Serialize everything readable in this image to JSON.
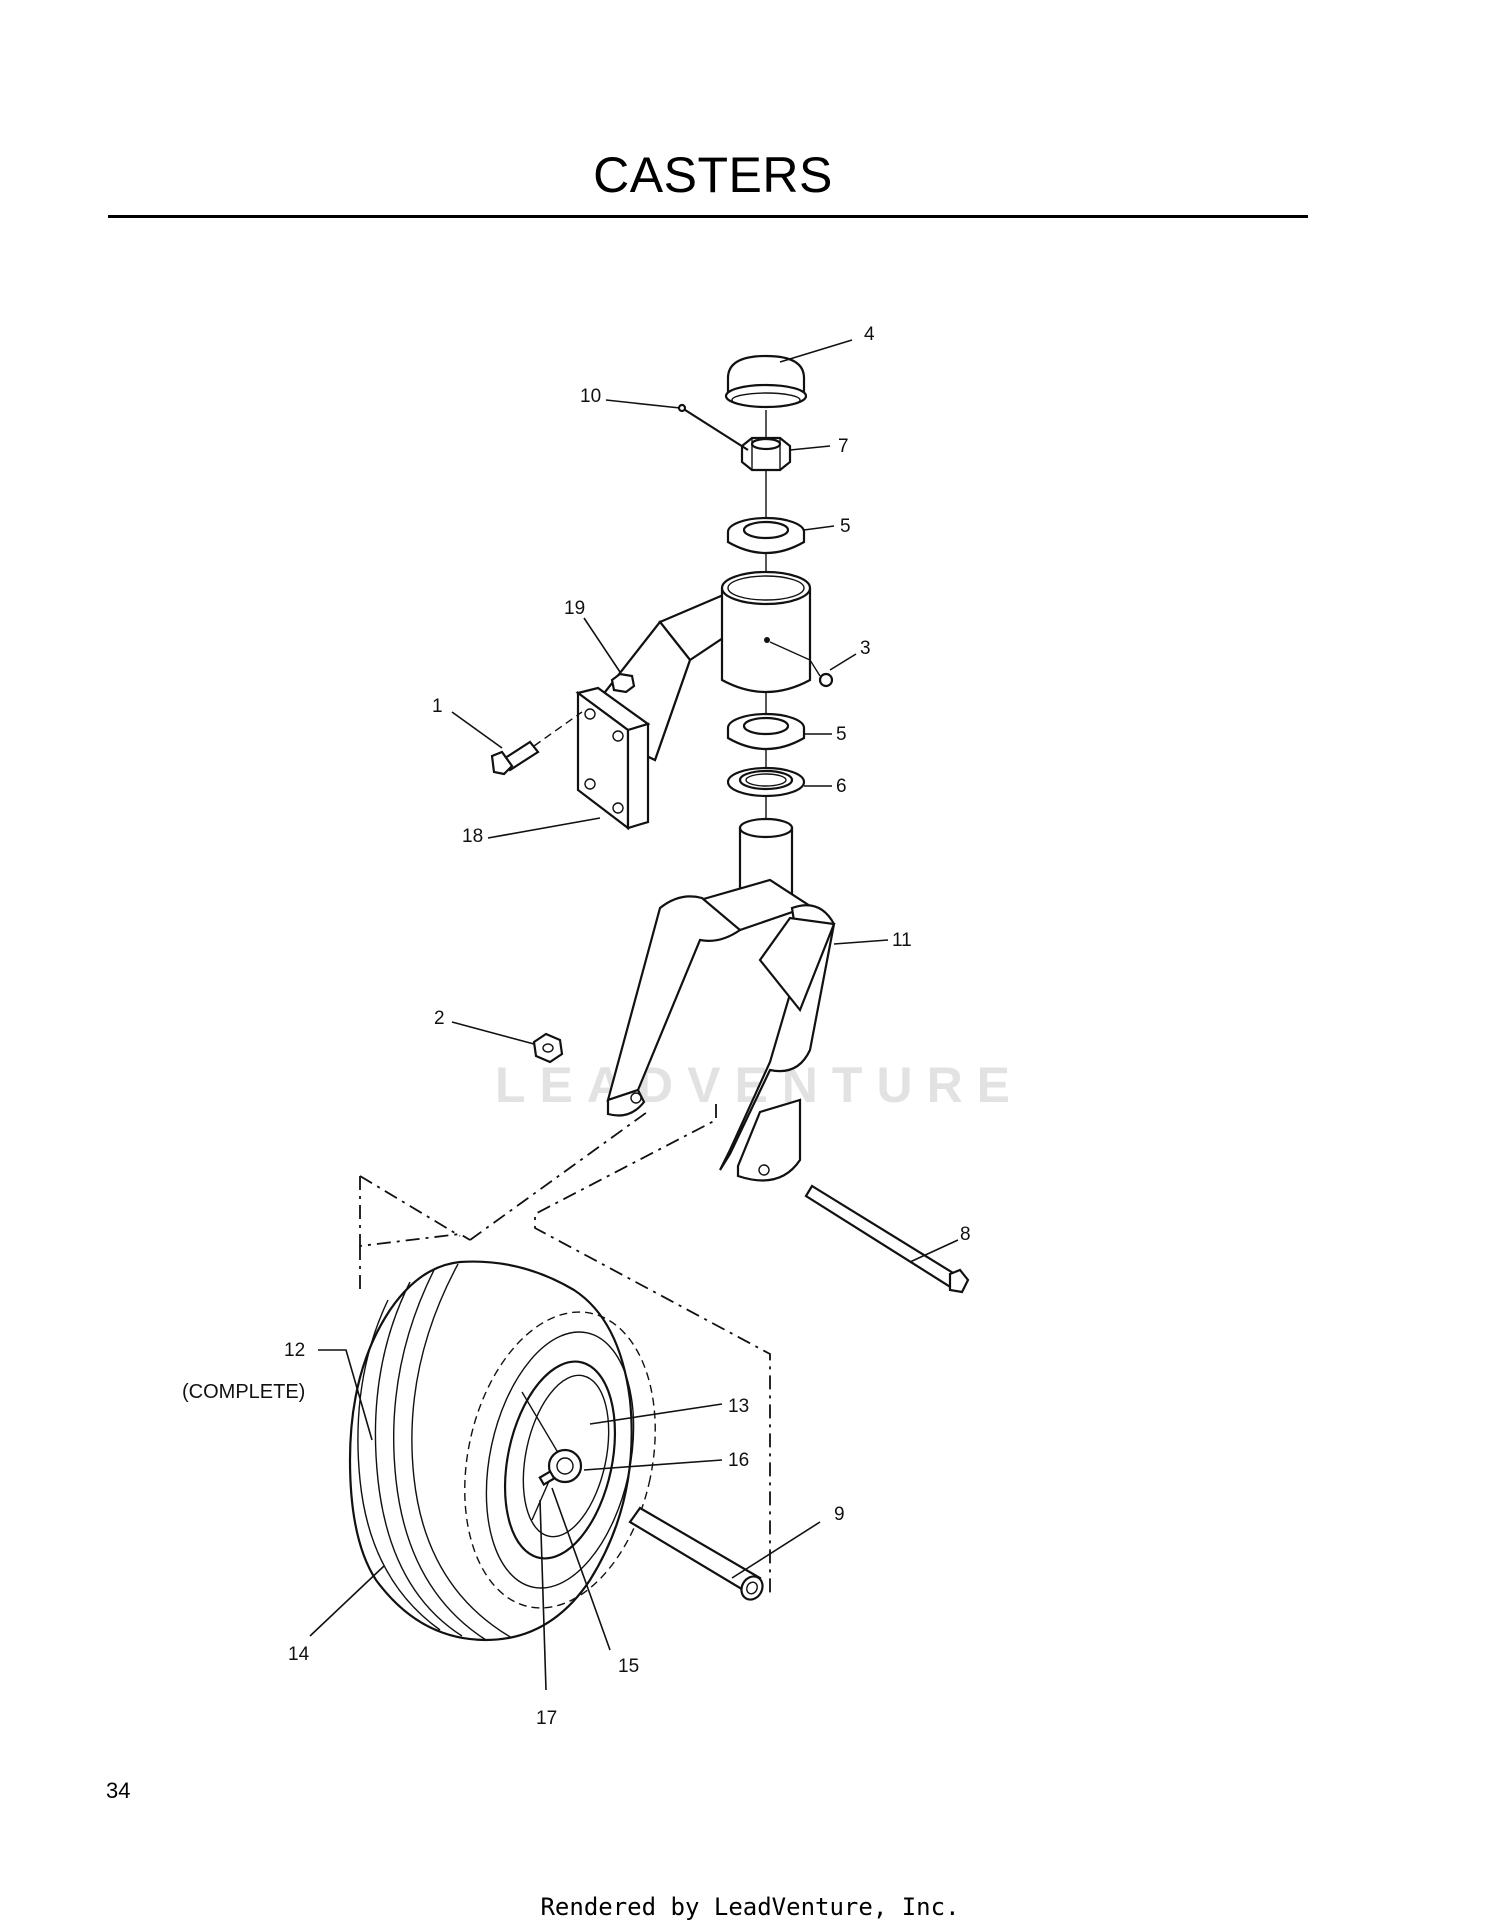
{
  "page": {
    "title": "CASTERS",
    "page_number": "34",
    "footer": "Rendered by LeadVenture, Inc.",
    "watermark": "LEADVENTURE"
  },
  "diagram": {
    "callouts": [
      {
        "id": "c4",
        "label": "4"
      },
      {
        "id": "c10",
        "label": "10"
      },
      {
        "id": "c7",
        "label": "7"
      },
      {
        "id": "c5a",
        "label": "5"
      },
      {
        "id": "c19",
        "label": "19"
      },
      {
        "id": "c3",
        "label": "3"
      },
      {
        "id": "c1",
        "label": "1"
      },
      {
        "id": "c5b",
        "label": "5"
      },
      {
        "id": "c6",
        "label": "6"
      },
      {
        "id": "c18",
        "label": "18"
      },
      {
        "id": "c11",
        "label": "11"
      },
      {
        "id": "c2",
        "label": "2"
      },
      {
        "id": "c8",
        "label": "8"
      },
      {
        "id": "c12",
        "label": "12"
      },
      {
        "id": "c12note",
        "label": "(COMPLETE)"
      },
      {
        "id": "c13",
        "label": "13"
      },
      {
        "id": "c16",
        "label": "16"
      },
      {
        "id": "c9",
        "label": "9"
      },
      {
        "id": "c14",
        "label": "14"
      },
      {
        "id": "c15",
        "label": "15"
      },
      {
        "id": "c17",
        "label": "17"
      }
    ]
  }
}
